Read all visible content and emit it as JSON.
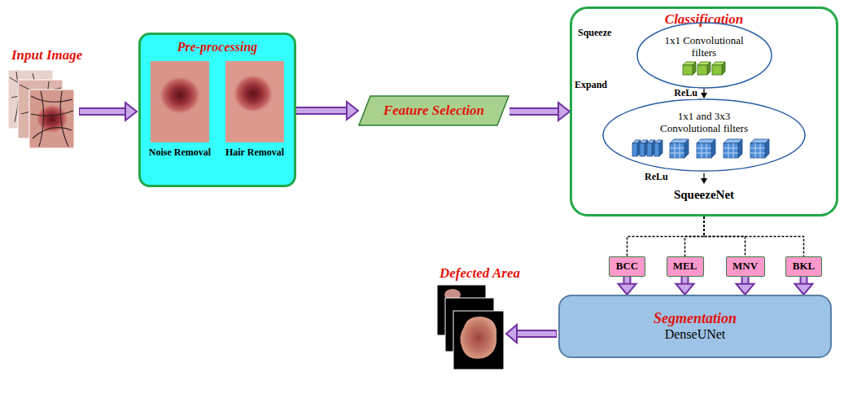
{
  "diagram": {
    "nodes": [
      {
        "text": [
          "Pre-processing"
        ]
      },
      {
        "text": [
          "Noise Removal"
        ],
        "in": 0
      },
      {
        "text": [
          "Hair Removal"
        ],
        "in": 0
      },
      {
        "text": [
          "Feature Selection"
        ]
      },
      {
        "text": [
          "Classification",
          "SqueezeNet"
        ]
      },
      {
        "text": [
          "1x1 Convolutional filters"
        ],
        "in": 4
      },
      {
        "text": [
          "1x1 and 3x3 Convolutional filters"
        ],
        "in": 4
      },
      {
        "text": [
          "BCC"
        ]
      },
      {
        "text": [
          "MEL"
        ]
      },
      {
        "text": [
          "MNV"
        ]
      },
      {
        "text": [
          "BKL"
        ]
      },
      {
        "text": [
          "Segmentation",
          "DenseUNet"
        ]
      }
    ],
    "edges": [
      {
        "from": 0,
        "to": 3,
        "arrow": "to"
      },
      {
        "from": 3,
        "to": 4,
        "arrow": "to"
      },
      {
        "from": 5,
        "to": 6,
        "label": "ReLu",
        "arrow": "to"
      },
      {
        "from": 4,
        "to": 7,
        "arrow": "none"
      },
      {
        "from": 4,
        "to": 8,
        "arrow": "none"
      },
      {
        "from": 4,
        "to": 9,
        "arrow": "none"
      },
      {
        "from": 4,
        "to": 10,
        "arrow": "none"
      },
      {
        "from": 7,
        "to": 11,
        "arrow": "to"
      },
      {
        "from": 8,
        "to": 11,
        "arrow": "to"
      },
      {
        "from": 9,
        "to": 11,
        "arrow": "to"
      },
      {
        "from": 10,
        "to": 11,
        "arrow": "to"
      }
    ],
    "labels": [
      "Input Image",
      "Squeeze",
      "Expand",
      "ReLu",
      "Defected Area"
    ]
  }
}
